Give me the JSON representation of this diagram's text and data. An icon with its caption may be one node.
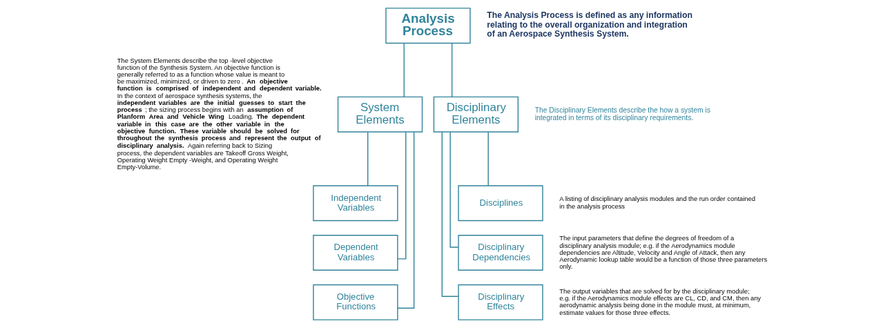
{
  "diagram": {
    "nodes": [
      {
        "text": [
          "Analysis Process"
        ],
        "beside": [
          "The Analysis Process is defined as any information relating to the overall organization and integration of an Aerospace Synthesis System."
        ]
      },
      {
        "text": [
          "System Elements"
        ],
        "beside": [
          "The System Elements describe the top -level objective function of the Synthesis System. An objective function is generally referred to as a function whose value is meant to be maximized, minimized, or driven to zero . **An objective function is comprised of independent and dependent variable.** In the context of aerospace synthesis systems, the **independent variables are the initial guesses to start the process** ; the sizing process begins with an **assumption of Planform Area and Vehicle Wing** Loading. **The dependent variable in this case are the other variable in the objective function. These variable should be solved for throughout the synthesis process and represent the output of disciplinary analysis.** Again referring back to Sizing process, the dependent variables are Takeoff Gross Weight, Operating Weight Empty -Weight, and Operating Weight Empty-Volume."
        ]
      },
      {
        "text": [
          "Disciplinary Elements"
        ],
        "beside": [
          "The Disciplinary Elements describe the how a system is integrated in terms of its disciplinary requirements."
        ]
      },
      {
        "text": [
          "Independent Variables"
        ]
      },
      {
        "text": [
          "Dependent Variables"
        ]
      },
      {
        "text": [
          "Objective Functions"
        ]
      },
      {
        "text": [
          "Disciplines"
        ],
        "beside": [
          "A listing of disciplinary analysis modules and the run order contained in the analysis process"
        ]
      },
      {
        "text": [
          "Disciplinary Dependencies"
        ],
        "beside": [
          "The input parameters that define the degrees of freedom of a disciplinary analysis module; e.g. if the Aerodynamics module dependencies are Altitude, Velocity and Angle of Attack, then any Aerodynamic lookup table would be a function of those three parameters only."
        ]
      },
      {
        "text": [
          "Disciplinary Effects"
        ],
        "beside": [
          "The output variables that are solved for by the disciplinary module; e.g. if the Aerodynamics module effects are CL, CD, and CM, then any aerodynamic analysis being done in the module must, at minimum, estimate values for those three effects."
        ]
      }
    ],
    "edges": [
      {
        "from": 0,
        "to": 1,
        "arrow": "none"
      },
      {
        "from": 0,
        "to": 2,
        "arrow": "none"
      },
      {
        "from": 1,
        "to": 3,
        "arrow": "none"
      },
      {
        "from": 1,
        "to": 4,
        "arrow": "none"
      },
      {
        "from": 1,
        "to": 5,
        "arrow": "none"
      },
      {
        "from": 2,
        "to": 6,
        "arrow": "none"
      },
      {
        "from": 2,
        "to": 7,
        "arrow": "none"
      },
      {
        "from": 2,
        "to": 8,
        "arrow": "none"
      }
    ]
  }
}
